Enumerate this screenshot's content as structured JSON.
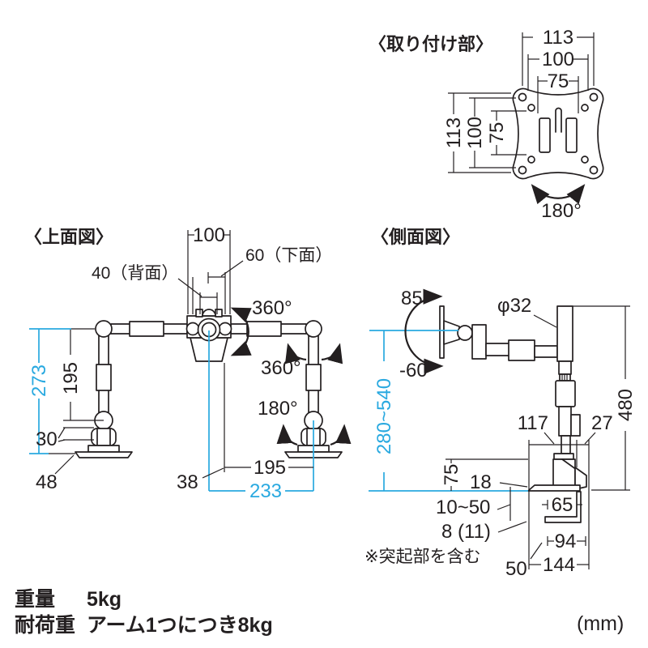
{
  "accent_color": "#29a9e0",
  "line_color": "#231f20",
  "mount": {
    "title": "〈取り付け部〉",
    "width_dims": [
      "113",
      "100",
      "75"
    ],
    "height_dims": [
      "113",
      "100",
      "75"
    ],
    "swivel": "180°"
  },
  "top_view": {
    "title": "〈上面図〉",
    "head_width": "100",
    "bottom_face": "60（下面）",
    "back_face": "40（背面）",
    "head_rotation": "360°",
    "elbow_rotation": "360°",
    "base_rotation": "180°",
    "arm_vertical": "195",
    "reach_total": "273",
    "base_joint_height": "30",
    "base_width": "48",
    "center_offset": "38",
    "arm_horizontal": "195",
    "span_total": "233"
  },
  "side_view": {
    "title": "〈側面図〉",
    "tilt_up": "85°",
    "tilt_down": "-60°",
    "pole_diameter": "φ32",
    "height_range": "280~540",
    "pole_height": "480",
    "clamp_depth": "117",
    "clamp_back": "27",
    "desk_to_arm": "75",
    "plate_thickness": "18",
    "clamp_range": "10~50",
    "jaw_thickness": "8 (11)",
    "protrusion_note": "※突起部を含む",
    "jaw_depth": "65",
    "base_span": "94",
    "front_margin": "50",
    "total_depth": "144"
  },
  "footer": {
    "weight_label": "重量",
    "weight_value": "5kg",
    "load_label": "耐荷重",
    "load_value": "アーム1つにつき8kg",
    "unit": "(mm)"
  }
}
